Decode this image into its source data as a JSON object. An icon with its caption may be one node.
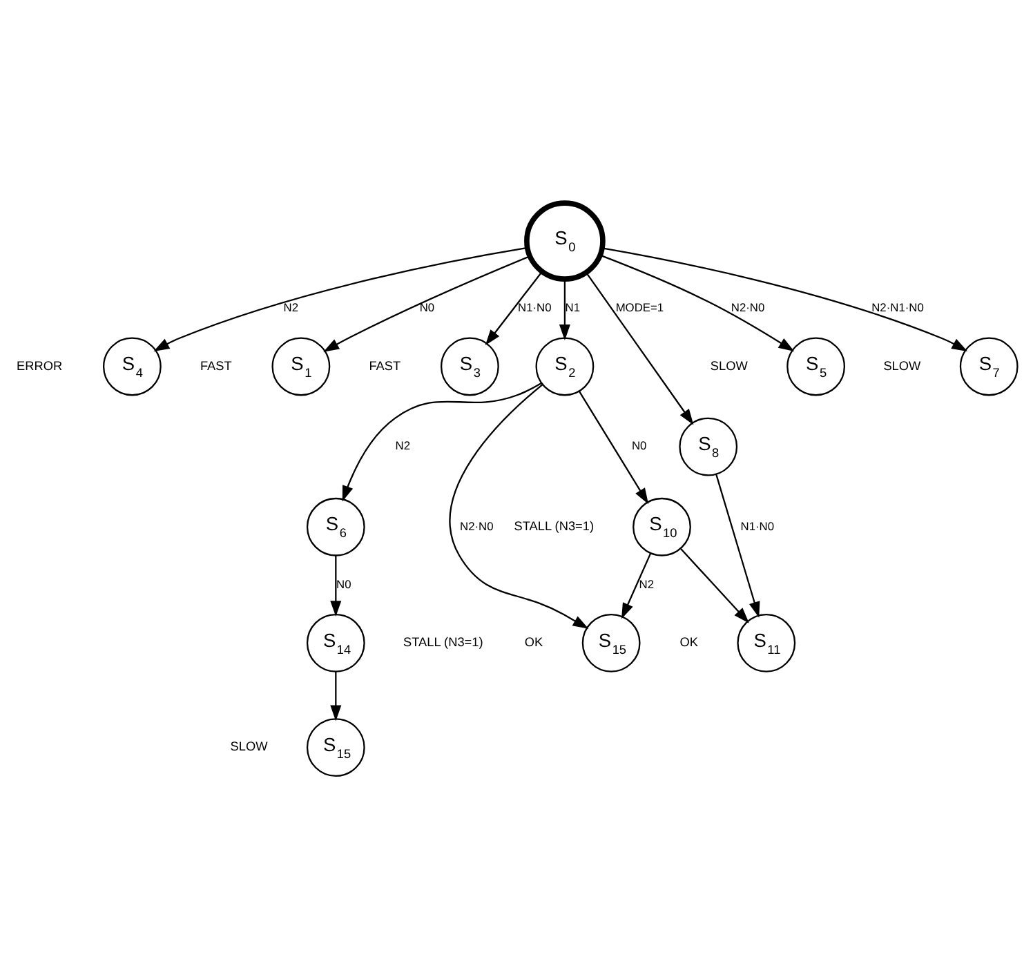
{
  "diagram": {
    "nodes": [
      {
        "text": [
          "S$_{0}$"
        ]
      },
      {
        "text": [
          "S$_{4}$"
        ],
        "beside": [
          "ERROR"
        ]
      },
      {
        "text": [
          "S$_{1}$"
        ],
        "beside": [
          "FAST"
        ]
      },
      {
        "text": [
          "S$_{3}$"
        ],
        "beside": [
          "FAST"
        ]
      },
      {
        "text": [
          "S$_{2}$"
        ]
      },
      {
        "text": [
          "S$_{15}$"
        ],
        "beside": [
          "OK"
        ]
      },
      {
        "text": [
          "S$_{10}$"
        ],
        "beside": [
          "STALL (N3=1)"
        ]
      },
      {
        "text": [
          "S$_{5}$"
        ],
        "beside": [
          "SLOW"
        ]
      },
      {
        "text": [
          "S$_{6}$"
        ]
      },
      {
        "text": [
          "S$_{7}$"
        ],
        "beside": [
          "SLOW"
        ]
      },
      {
        "text": [
          "S$_{14}$"
        ],
        "beside": [
          "STALL (N3=1)"
        ]
      },
      {
        "text": [
          "S$_{8}$"
        ]
      },
      {
        "text": [
          "S$_{15}$"
        ],
        "beside": [
          "SLOW"
        ]
      },
      {
        "text": [
          "S$_{11}$"
        ],
        "beside": [
          "OK"
        ]
      }
    ],
    "edges": [
      {
        "from": 0,
        "to": 1,
        "arrow": "to",
        "label": "N2"
      },
      {
        "from": 0,
        "to": 2,
        "arrow": "to",
        "label": "N0"
      },
      {
        "from": 0,
        "to": 3,
        "arrow": "to",
        "label": "N1·N0"
      },
      {
        "from": 0,
        "to": 4,
        "arrow": "to",
        "label": "N1"
      },
      {
        "from": 4,
        "to": 5,
        "arrow": "to",
        "label": "N2·N0"
      },
      {
        "from": 4,
        "to": 6,
        "arrow": "to",
        "label": "N0"
      },
      {
        "from": 6,
        "to": 5,
        "arrow": "to",
        "label": "N2"
      },
      {
        "from": 0,
        "to": 7,
        "arrow": "to",
        "label": "N2·N0"
      },
      {
        "from": 4,
        "to": 8,
        "arrow": "to",
        "label": "N2"
      },
      {
        "from": 0,
        "to": 9,
        "arrow": "to",
        "label": "N2·N1·N0"
      },
      {
        "from": 8,
        "to": 10,
        "arrow": "to",
        "label": "N0"
      },
      {
        "from": 0,
        "to": 11,
        "arrow": "to",
        "label": "MODE=1"
      },
      {
        "from": 10,
        "to": 12,
        "arrow": "to"
      },
      {
        "from": 11,
        "to": 13,
        "arrow": "to",
        "label": "N1·N0"
      },
      {
        "from": 6,
        "to": 13,
        "arrow": "to"
      }
    ]
  }
}
